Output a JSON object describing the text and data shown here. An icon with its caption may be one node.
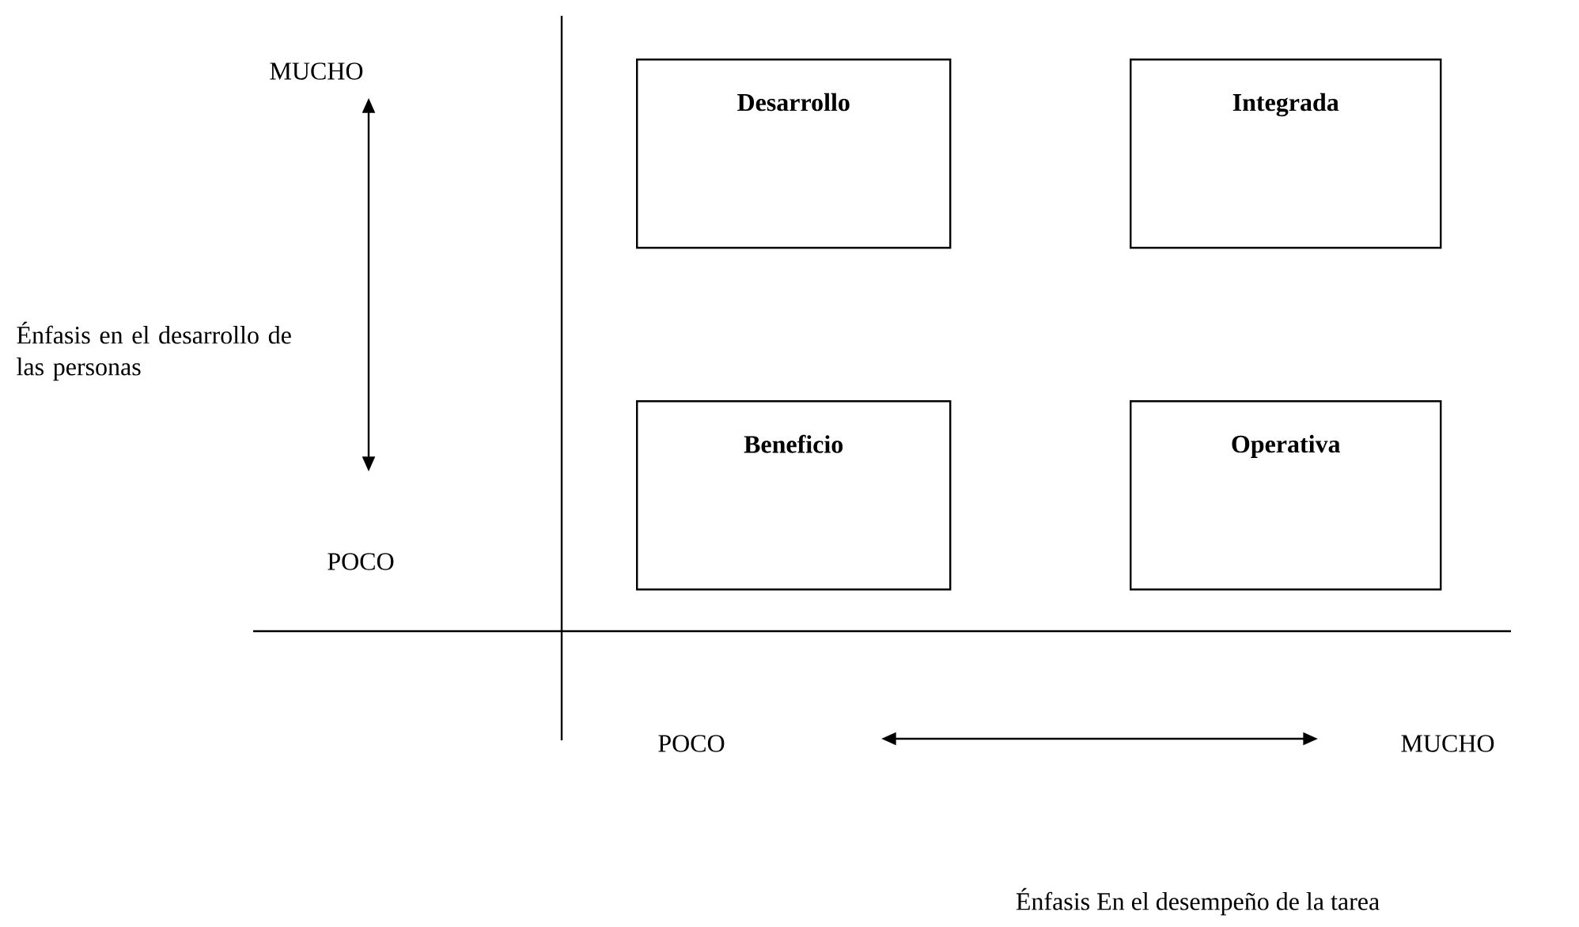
{
  "diagram": {
    "nodes": [
      {
        "text": [
          "Desarrollo"
        ]
      },
      {
        "text": [
          "Integrada"
        ]
      },
      {
        "text": [
          "Beneficio"
        ]
      },
      {
        "text": [
          "Operativa"
        ]
      }
    ],
    "labels": [
      "MUCHO",
      "Énfasis en el desarrollo de las personas",
      "POCO",
      "POCO",
      "MUCHO",
      "Énfasis En el desempeño de la tarea"
    ]
  }
}
